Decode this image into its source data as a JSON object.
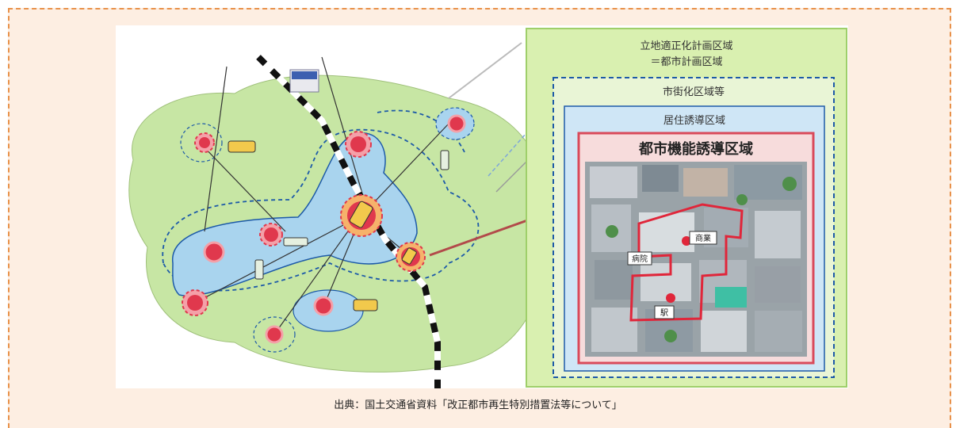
{
  "diagram": {
    "planning_area_label_line1": "立地適正化計画区域",
    "planning_area_label_line2": "＝都市計画区域",
    "urbanization_area_label": "市街化区域等",
    "residential_area_label": "居住誘導区域",
    "urban_function_area_label": "都市機能誘導区域",
    "facility_labels": [
      "病院",
      "商業",
      "駅"
    ]
  },
  "caption": "出典：国土交通省資料「改正都市再生特別措置法等について」",
  "colors": {
    "background": "#fdeee2",
    "border": "#e8914a",
    "land": "#c7e6a4",
    "residential": "#a9d4ee",
    "urban_core": "#e0384d",
    "rail": "#111111"
  }
}
